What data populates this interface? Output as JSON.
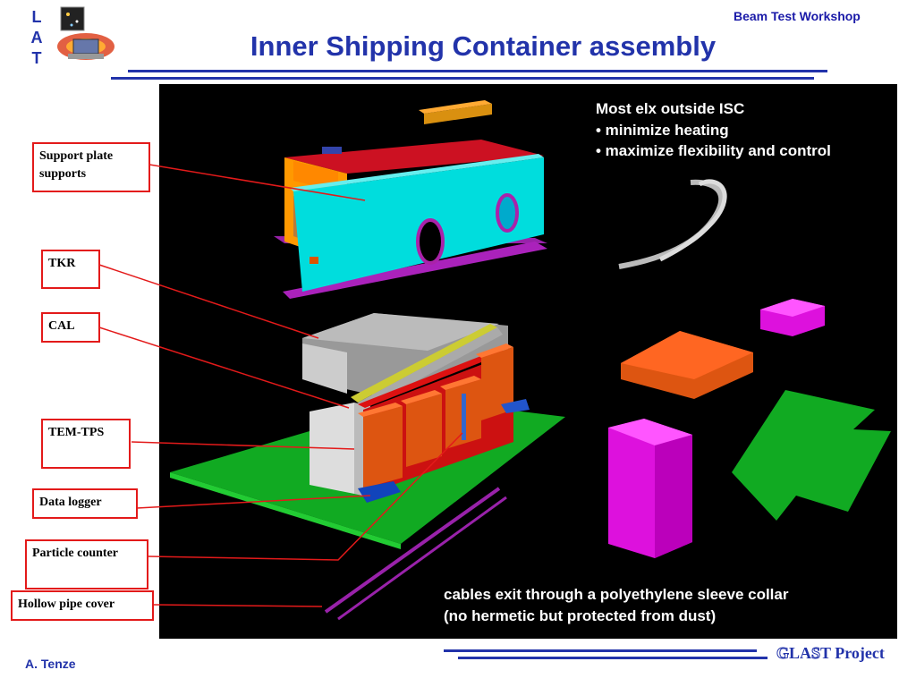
{
  "header": {
    "logo_letters": [
      "L",
      "A",
      "T"
    ],
    "workshop": "Beam Test Workshop",
    "title": "Inner Shipping Container assembly"
  },
  "labels": {
    "support_plate": "Support plate supports",
    "tkr": "TKR",
    "cal": "CAL",
    "tem_tps": "TEM-TPS",
    "data_logger": "Data logger",
    "particle_counter": "Particle counter",
    "hollow_pipe": "Hollow pipe cover"
  },
  "notes": {
    "line1": "Most elx outside ISC",
    "line2": "• minimize heating",
    "line3": "• maximize flexibility and control",
    "cables1": "cables exit through a polyethylene sleeve collar",
    "cables2": "(no hermetic but protected from dust)"
  },
  "footer": {
    "author": "A. Tenze",
    "project_g": "G",
    "project_la": "LA",
    "project_s": "S",
    "project_rest": "T Project"
  },
  "colors": {
    "brand_blue": "#2233aa",
    "label_red": "#e31a1a",
    "scene_bg": "#000000"
  }
}
